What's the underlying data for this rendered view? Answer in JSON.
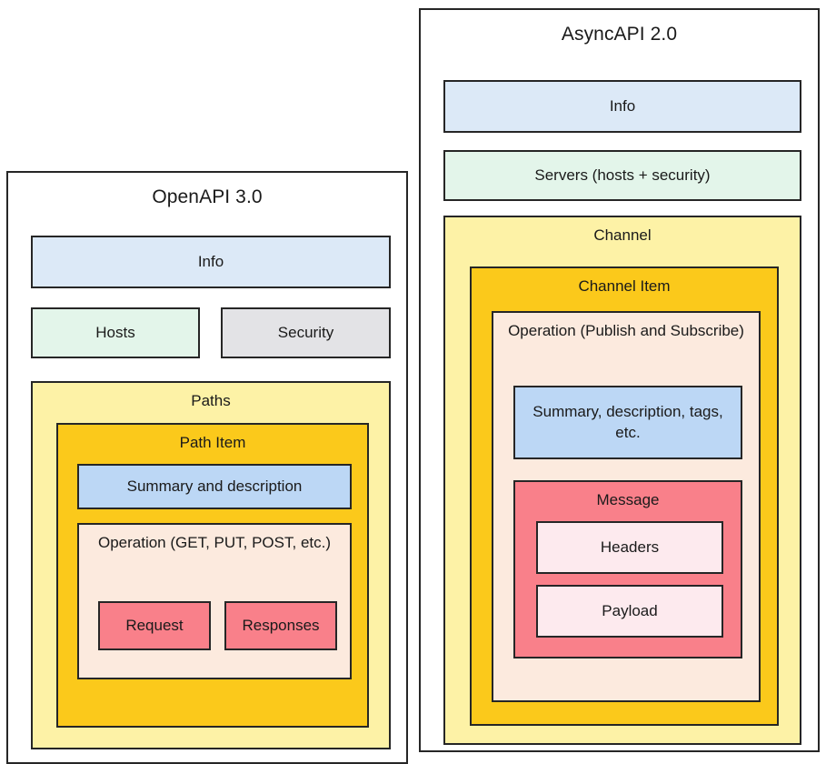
{
  "diagram": {
    "type": "nested-block-comparison",
    "panels": [
      {
        "id": "openapi",
        "title": "OpenAPI 3.0",
        "blocks": {
          "info": "Info",
          "hosts": "Hosts",
          "security": "Security",
          "paths": "Paths",
          "path_item": "Path Item",
          "summary": "Summary and description",
          "operation": "Operation (GET, PUT, POST, etc.)",
          "request": "Request",
          "responses": "Responses"
        }
      },
      {
        "id": "asyncapi",
        "title": "AsyncAPI 2.0",
        "blocks": {
          "info": "Info",
          "servers": "Servers (hosts + security)",
          "channel": "Channel",
          "channel_item": "Channel Item",
          "operation": "Operation (Publish and Subscribe)",
          "summary": "Summary, description, tags, etc.",
          "message": "Message",
          "headers": "Headers",
          "payload": "Payload"
        }
      }
    ],
    "colors": {
      "info_blue": "#dce9f7",
      "summary_blue": "#bcd7f5",
      "hosts_green": "#e3f5ea",
      "security_grey": "#e3e3e6",
      "paths_yellow": "#fdf2a6",
      "item_gold": "#fbc91b",
      "operation_cream": "#fceade",
      "request_red": "#f9808a",
      "payload_pink": "#fdeaee",
      "border": "#262626",
      "background": "#ffffff"
    }
  }
}
